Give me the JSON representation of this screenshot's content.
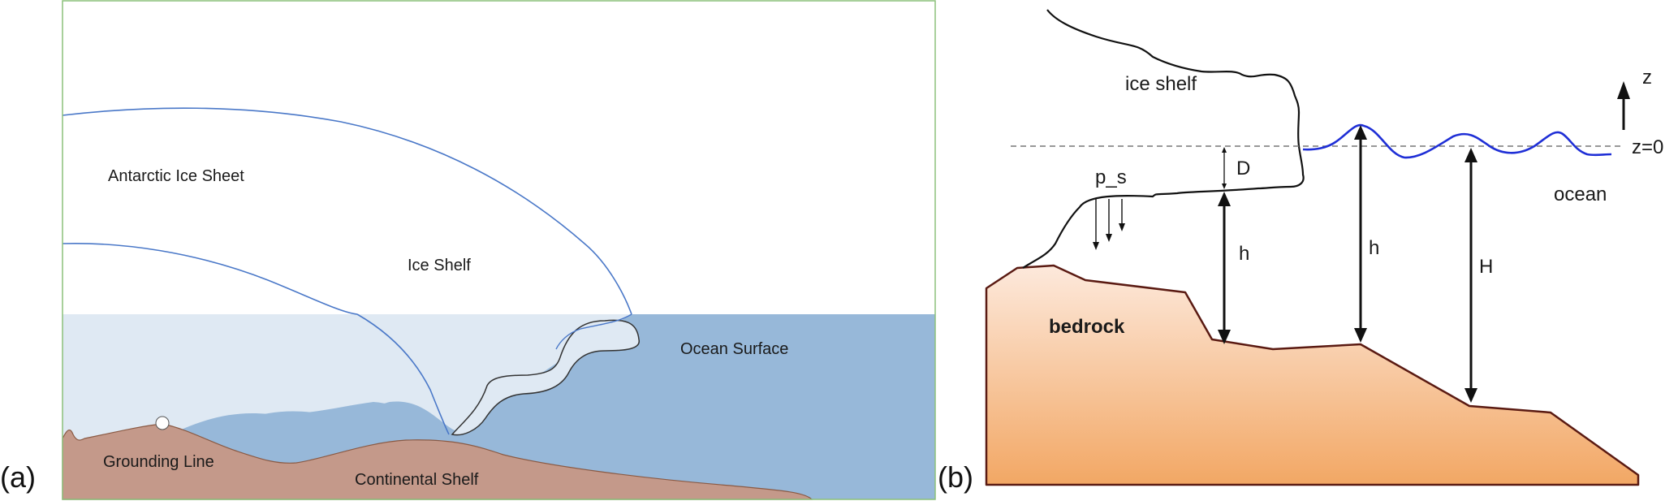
{
  "panel_a": {
    "panel_label": "(a)",
    "labels": {
      "ice_sheet": "Antarctic Ice Sheet",
      "ice_shelf": "Ice Shelf",
      "ocean_surface": "Ocean Surface",
      "grounding_line": "Grounding Line",
      "continental_shelf": "Continental Shelf"
    },
    "colors": {
      "frame": "#8cc07a",
      "ice_outline": "#4a78c8",
      "ocean_light": "#dfe9f3",
      "ocean_dark": "#97b8d9",
      "shelf_ground": "#c4998a",
      "shelf_outline": "#8a5a44"
    }
  },
  "panel_b": {
    "panel_label": "(b)",
    "labels": {
      "ice_shelf": "ice shelf",
      "ocean": "ocean",
      "bedrock": "bedrock",
      "pressure": "p_s",
      "draft": "D",
      "thickness_under_shelf": "h",
      "thickness_open": "h",
      "depth": "H",
      "z_axis": "z",
      "z_zero": "z=0"
    },
    "colors": {
      "ice_outline": "#111111",
      "wave": "#1f2fd6",
      "sea_level_dash": "#777777",
      "bedrock_top": "#fce6d8",
      "bedrock_bottom": "#f2a562",
      "bedrock_outline": "#5a1a12"
    }
  }
}
